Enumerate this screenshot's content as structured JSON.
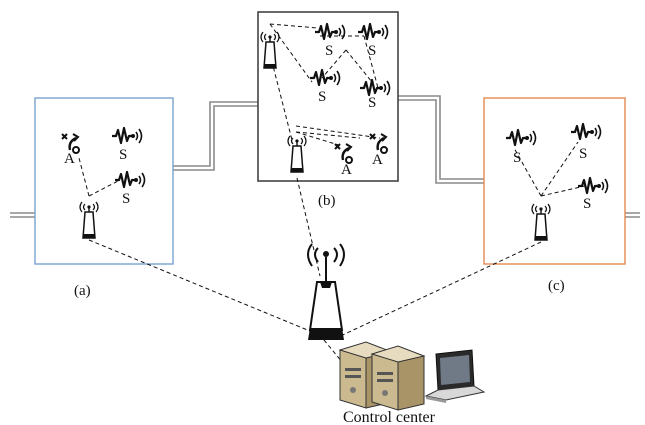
{
  "labels": {
    "sensor": "S",
    "actuator": "A",
    "panel_a": "(a)",
    "panel_b": "(b)",
    "panel_c": "(c)",
    "control_center": "Control center"
  },
  "colors": {
    "box_a": "#7ba3d1",
    "box_b": "#444444",
    "box_c": "#e38a4f",
    "pipe": "#8a8a8a",
    "link": "#111111"
  },
  "icons": {
    "sensor": "waveform-signal-icon",
    "actuator": "actuator-arrow-icon",
    "gateway": "antenna-tower-icon",
    "main_antenna": "large-antenna-icon",
    "servers": "server-pair-icon",
    "laptop": "laptop-icon"
  }
}
